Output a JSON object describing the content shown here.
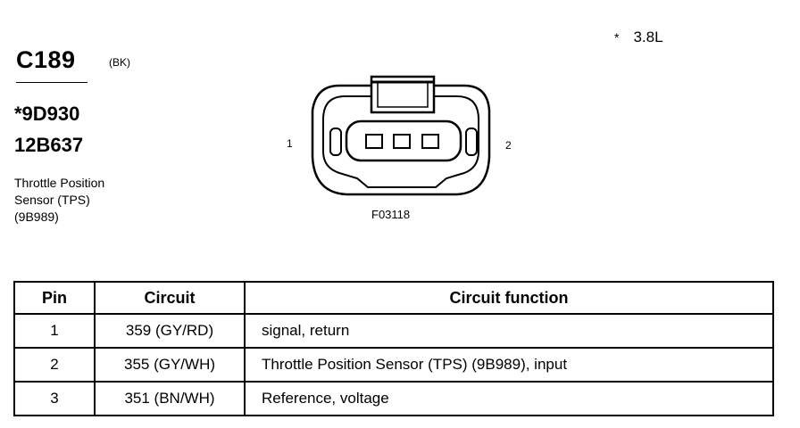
{
  "note": {
    "marker": "*",
    "text": "3.8L"
  },
  "connector": {
    "id": "C189",
    "color": "(BK)",
    "parts": [
      "*9D930",
      "12B637"
    ],
    "description": [
      "Throttle Position",
      "Sensor (TPS)",
      "(9B989)"
    ]
  },
  "diagram": {
    "pin_left": "1",
    "pin_right": "2",
    "figure_id": "F03118"
  },
  "table": {
    "headers": {
      "pin": "Pin",
      "circuit": "Circuit",
      "function": "Circuit function"
    },
    "rows": [
      {
        "pin": "1",
        "circuit": "359 (GY/RD)",
        "function": "signal, return"
      },
      {
        "pin": "2",
        "circuit": "355 (GY/WH)",
        "function": "Throttle Position Sensor (TPS) (9B989), input"
      },
      {
        "pin": "3",
        "circuit": "351 (BN/WH)",
        "function": "Reference, voltage"
      }
    ]
  }
}
